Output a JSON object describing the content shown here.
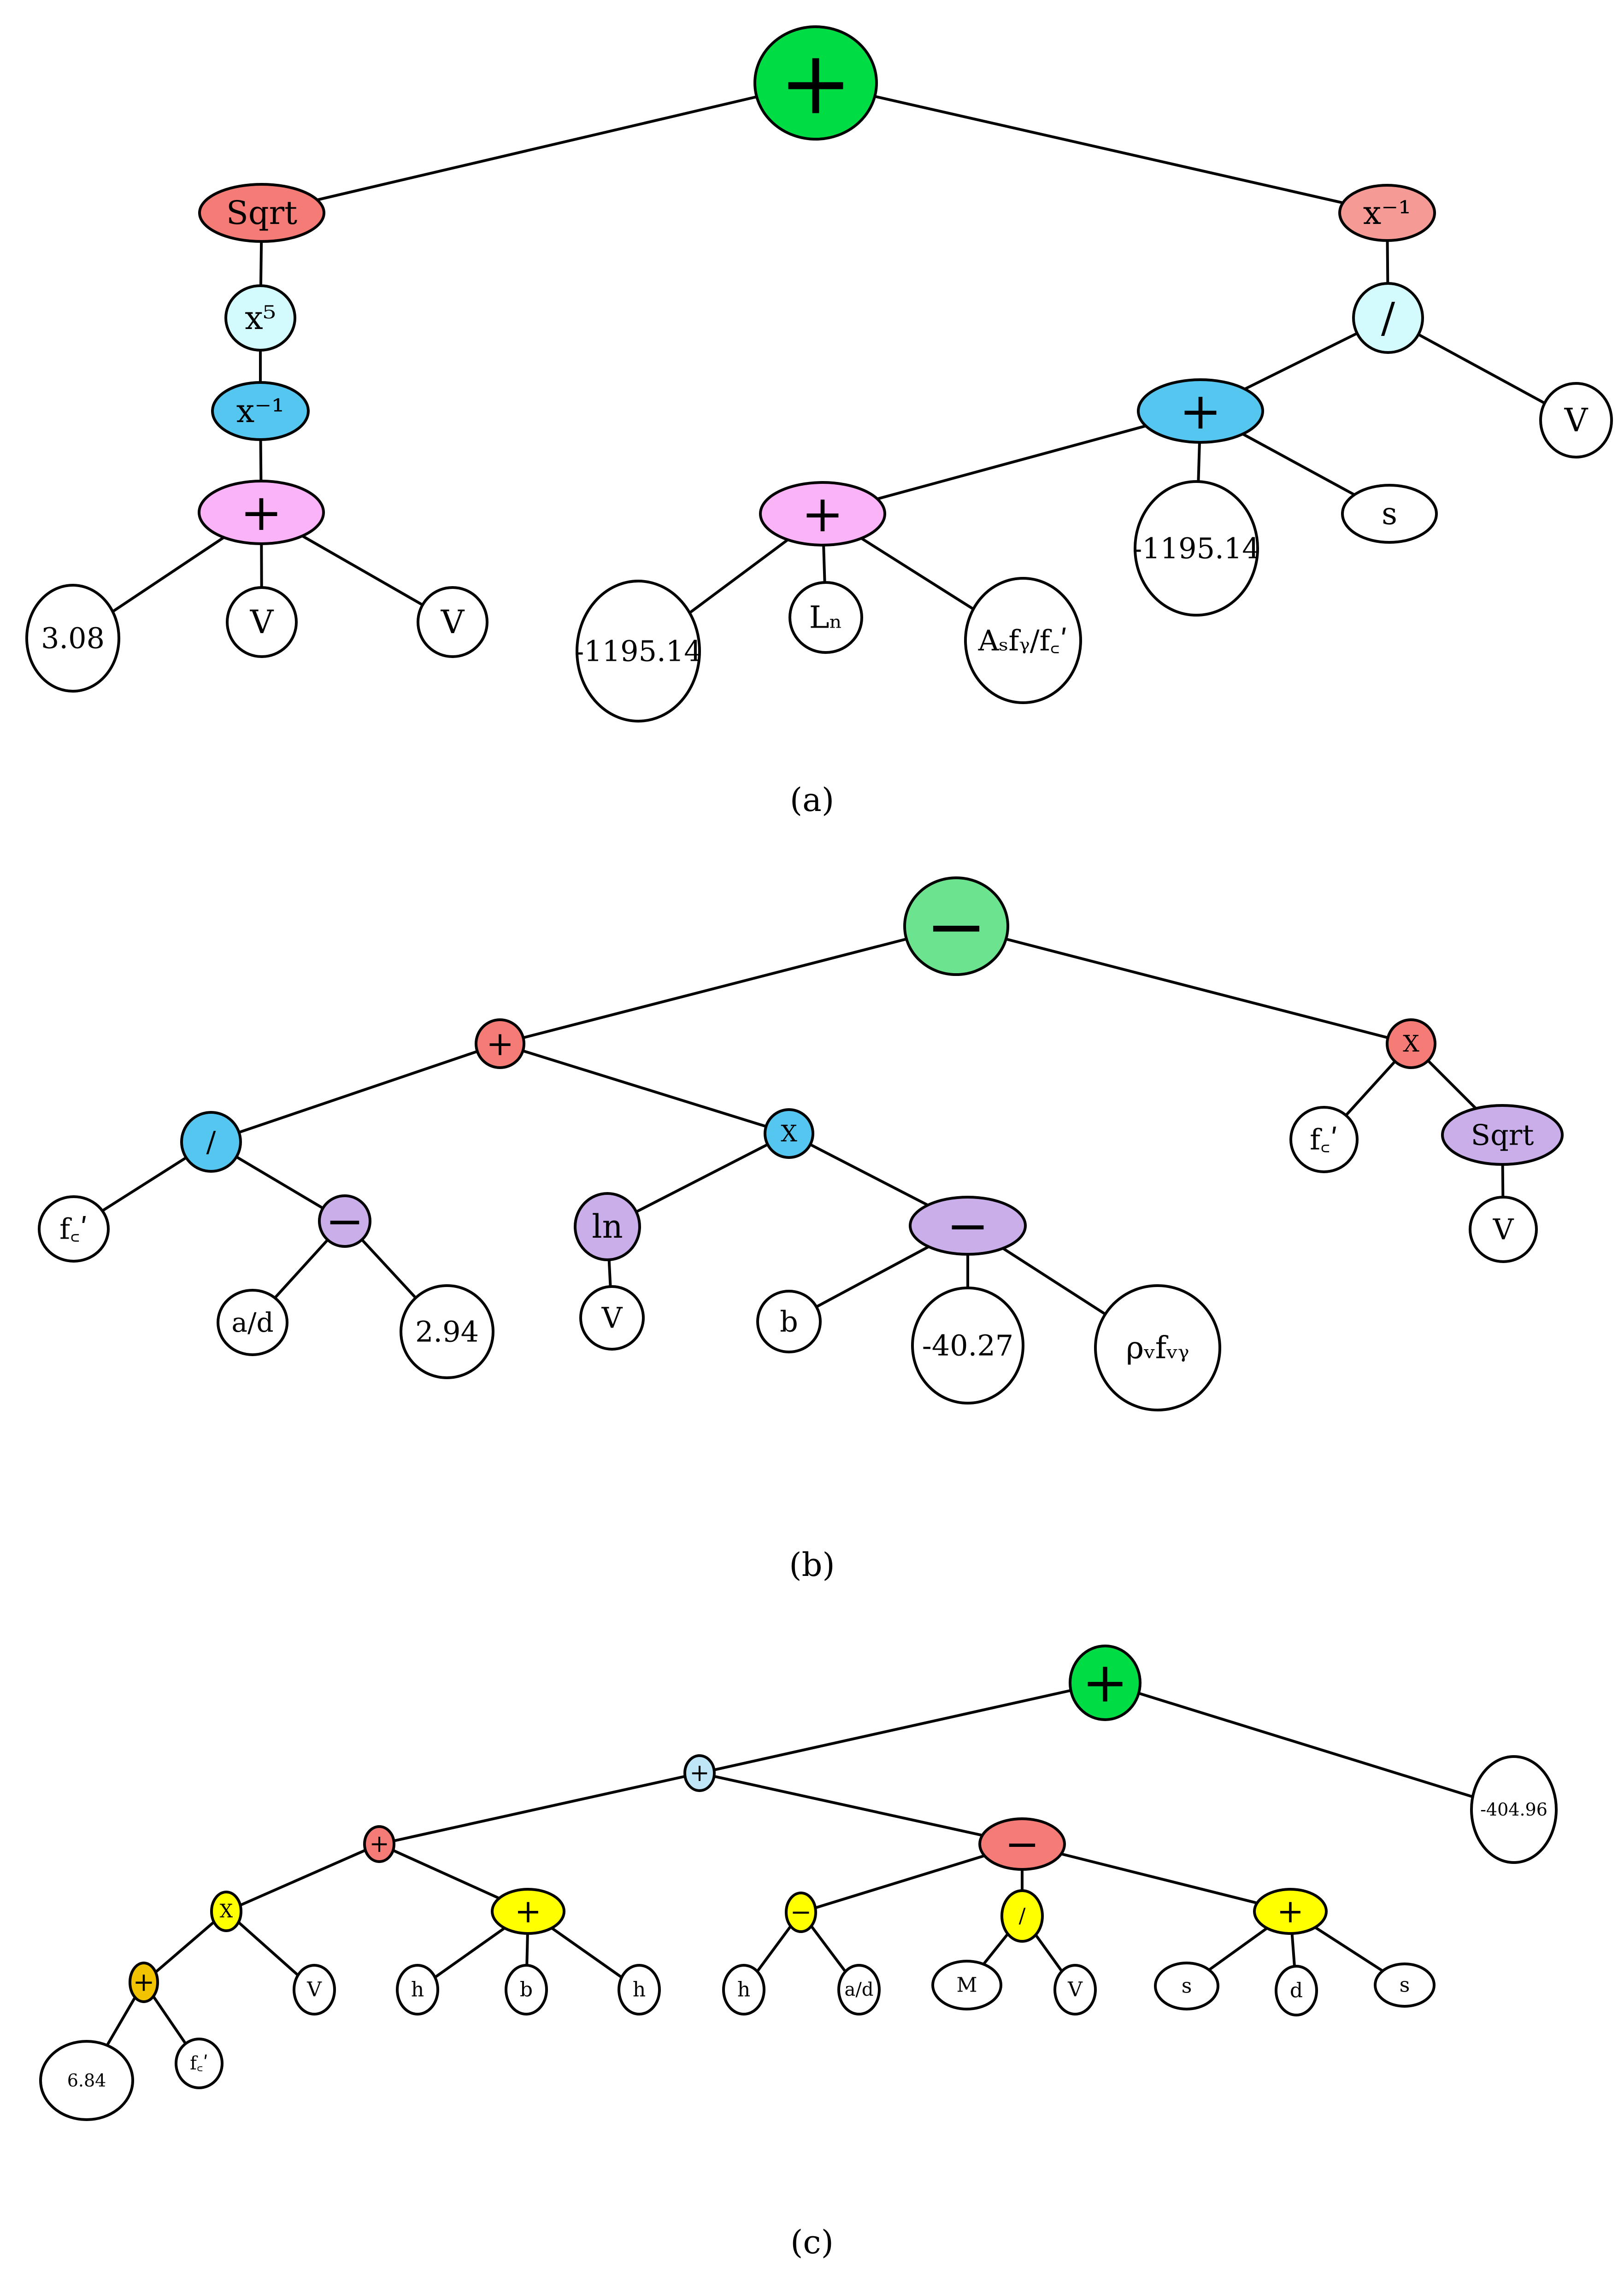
{
  "palette": {
    "green_root": "#00dd44",
    "green_light": "#6ce38f",
    "salmon": "#f57b76",
    "salmon_light": "#f59a95",
    "cyan_light": "#d3fbfd",
    "blue": "#55c6f0",
    "blue_light": "#bfe6f7",
    "pink": "#fbb3f7",
    "lavender": "#c9aeea",
    "yellow": "#ffff00",
    "gold": "#f2c300",
    "white": "#ffffff"
  },
  "captions": [
    "(a)",
    "(b)",
    "(c)"
  ],
  "trees": [
    {
      "id": "a",
      "nodes": [
        {
          "id": "a_root",
          "label": "+",
          "color": "green_root",
          "parent": null
        },
        {
          "id": "a_sqrt",
          "label": "Sqrt",
          "color": "salmon",
          "parent": "a_root"
        },
        {
          "id": "a_x5",
          "label": "x⁵",
          "color": "cyan_light",
          "parent": "a_sqrt"
        },
        {
          "id": "a_xinv1",
          "label": "x⁻¹",
          "color": "blue",
          "parent": "a_x5"
        },
        {
          "id": "a_plus1",
          "label": "+",
          "color": "pink",
          "parent": "a_xinv1"
        },
        {
          "id": "a_c308",
          "label": "3.08",
          "color": "white",
          "parent": "a_plus1"
        },
        {
          "id": "a_v1",
          "label": "V",
          "color": "white",
          "parent": "a_plus1"
        },
        {
          "id": "a_v2",
          "label": "V",
          "color": "white",
          "parent": "a_plus1"
        },
        {
          "id": "a_xinv2",
          "label": "x⁻¹",
          "color": "salmon_light",
          "parent": "a_root"
        },
        {
          "id": "a_div",
          "label": "/",
          "color": "cyan_light",
          "parent": "a_xinv2"
        },
        {
          "id": "a_plus2",
          "label": "+",
          "color": "blue",
          "parent": "a_div"
        },
        {
          "id": "a_v3",
          "label": "V",
          "color": "white",
          "parent": "a_div"
        },
        {
          "id": "a_plus3",
          "label": "+",
          "color": "pink",
          "parent": "a_plus2"
        },
        {
          "id": "a_c1195b",
          "label": "-1195.14",
          "color": "white",
          "parent": "a_plus2"
        },
        {
          "id": "a_s",
          "label": "s",
          "color": "white",
          "parent": "a_plus2"
        },
        {
          "id": "a_c1195a",
          "label": "-1195.14",
          "color": "white",
          "parent": "a_plus3"
        },
        {
          "id": "a_ln",
          "label": "Lₙ",
          "color": "white",
          "parent": "a_plus3"
        },
        {
          "id": "a_asfy",
          "label": "Aₛfᵧ/f꜀ʹ",
          "color": "white",
          "parent": "a_plus3"
        }
      ]
    },
    {
      "id": "b",
      "nodes": [
        {
          "id": "b_root",
          "label": "−",
          "color": "green_light",
          "parent": null
        },
        {
          "id": "b_plus",
          "label": "+",
          "color": "salmon",
          "parent": "b_root"
        },
        {
          "id": "b_div",
          "label": "/",
          "color": "blue",
          "parent": "b_plus"
        },
        {
          "id": "b_fc1",
          "label": "f꜀ʹ",
          "color": "white",
          "parent": "b_div"
        },
        {
          "id": "b_minus1",
          "label": "−",
          "color": "lavender",
          "parent": "b_div"
        },
        {
          "id": "b_ad",
          "label": "a/d",
          "color": "white",
          "parent": "b_minus1"
        },
        {
          "id": "b_c294",
          "label": "2.94",
          "color": "white",
          "parent": "b_minus1"
        },
        {
          "id": "b_times1",
          "label": "X",
          "color": "blue",
          "parent": "b_plus"
        },
        {
          "id": "b_lnop",
          "label": "ln",
          "color": "lavender",
          "parent": "b_times1"
        },
        {
          "id": "b_v1",
          "label": "V",
          "color": "white",
          "parent": "b_lnop"
        },
        {
          "id": "b_minus2",
          "label": "−",
          "color": "lavender",
          "parent": "b_times1"
        },
        {
          "id": "b_b",
          "label": "b",
          "color": "white",
          "parent": "b_minus2"
        },
        {
          "id": "b_c4027",
          "label": "-40.27",
          "color": "white",
          "parent": "b_minus2"
        },
        {
          "id": "b_rho",
          "label": "ρᵥfᵥᵧ",
          "color": "white",
          "parent": "b_minus2"
        },
        {
          "id": "b_times2",
          "label": "X",
          "color": "salmon",
          "parent": "b_root"
        },
        {
          "id": "b_fc2",
          "label": "f꜀ʹ",
          "color": "white",
          "parent": "b_times2"
        },
        {
          "id": "b_sqrt",
          "label": "Sqrt",
          "color": "lavender",
          "parent": "b_times2"
        },
        {
          "id": "b_v2",
          "label": "V",
          "color": "white",
          "parent": "b_sqrt"
        }
      ]
    },
    {
      "id": "c",
      "nodes": [
        {
          "id": "c_root",
          "label": "+",
          "color": "green_root",
          "parent": null
        },
        {
          "id": "c_plusb",
          "label": "+",
          "color": "blue_light",
          "parent": "c_root"
        },
        {
          "id": "c_c40496",
          "label": "-404.96",
          "color": "white",
          "parent": "c_root"
        },
        {
          "id": "c_plusr",
          "label": "+",
          "color": "salmon",
          "parent": "c_plusb"
        },
        {
          "id": "c_minusr",
          "label": "−",
          "color": "salmon",
          "parent": "c_plusb"
        },
        {
          "id": "c_times",
          "label": "X",
          "color": "yellow",
          "parent": "c_plusr"
        },
        {
          "id": "c_plusy1",
          "label": "+",
          "color": "yellow",
          "parent": "c_plusr"
        },
        {
          "id": "c_plusg",
          "label": "+",
          "color": "gold",
          "parent": "c_times"
        },
        {
          "id": "c_v1",
          "label": "V",
          "color": "white",
          "parent": "c_times"
        },
        {
          "id": "c_c684",
          "label": "6.84",
          "color": "white",
          "parent": "c_plusg"
        },
        {
          "id": "c_fc",
          "label": "f꜀ʹ",
          "color": "white",
          "parent": "c_plusg"
        },
        {
          "id": "c_h1",
          "label": "h",
          "color": "white",
          "parent": "c_plusy1"
        },
        {
          "id": "c_b",
          "label": "b",
          "color": "white",
          "parent": "c_plusy1"
        },
        {
          "id": "c_h2",
          "label": "h",
          "color": "white",
          "parent": "c_plusy1"
        },
        {
          "id": "c_minusy",
          "label": "−",
          "color": "yellow",
          "parent": "c_minusr"
        },
        {
          "id": "c_divy",
          "label": "/",
          "color": "yellow",
          "parent": "c_minusr"
        },
        {
          "id": "c_plusy2",
          "label": "+",
          "color": "yellow",
          "parent": "c_minusr"
        },
        {
          "id": "c_h3",
          "label": "h",
          "color": "white",
          "parent": "c_minusy"
        },
        {
          "id": "c_ad",
          "label": "a/d",
          "color": "white",
          "parent": "c_minusy"
        },
        {
          "id": "c_m",
          "label": "M",
          "color": "white",
          "parent": "c_divy"
        },
        {
          "id": "c_v2",
          "label": "V",
          "color": "white",
          "parent": "c_divy"
        },
        {
          "id": "c_s1",
          "label": "s",
          "color": "white",
          "parent": "c_plusy2"
        },
        {
          "id": "c_d",
          "label": "d",
          "color": "white",
          "parent": "c_plusy2"
        },
        {
          "id": "c_s2",
          "label": "s",
          "color": "white",
          "parent": "c_plusy2"
        }
      ]
    }
  ]
}
